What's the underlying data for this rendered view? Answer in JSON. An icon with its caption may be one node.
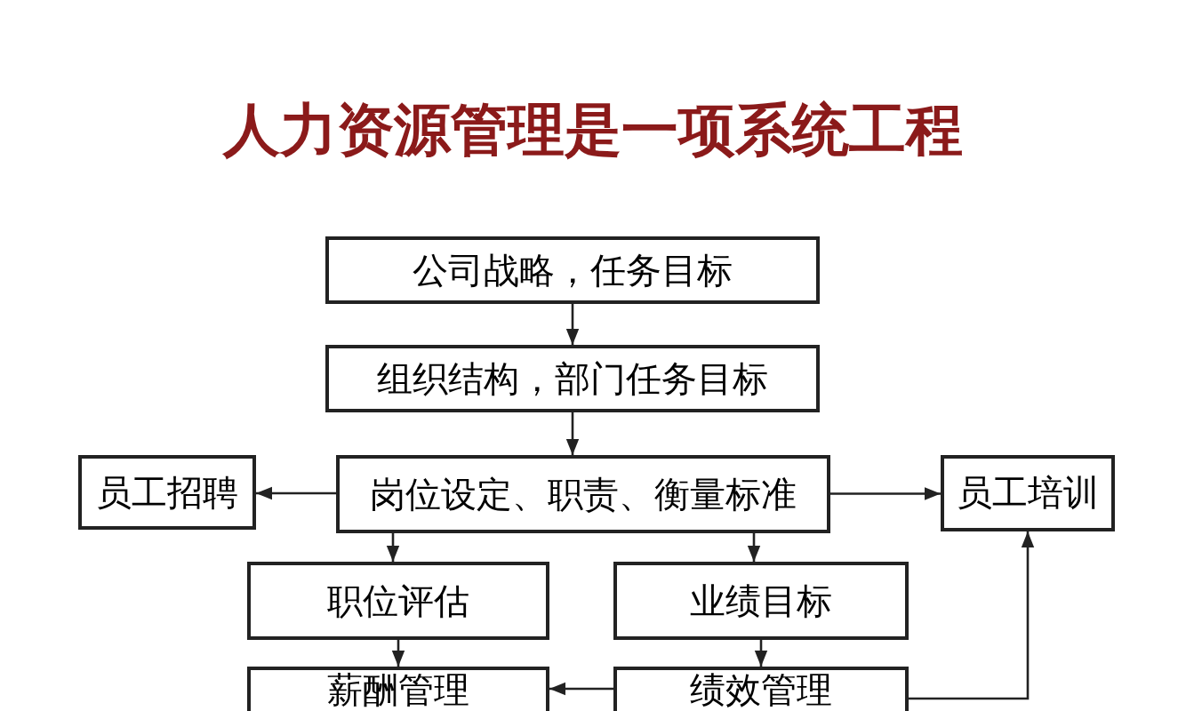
{
  "diagram": {
    "title": "人力资源管理是一项系统工程",
    "nodes": [
      {
        "text": [
          "公司战略，任务目标"
        ]
      },
      {
        "text": [
          "组织结构，部门任务目标"
        ]
      },
      {
        "text": [
          "岗位设定、职责、衡量标准"
        ]
      },
      {
        "text": [
          "员工招聘"
        ]
      },
      {
        "text": [
          "员工培训"
        ]
      },
      {
        "text": [
          "职位评估"
        ]
      },
      {
        "text": [
          "业绩目标"
        ]
      },
      {
        "text": [
          "薪酬管理"
        ]
      },
      {
        "text": [
          "绩效管理"
        ]
      }
    ],
    "edges": [
      {
        "from": 0,
        "to": 1,
        "arrow": "to"
      },
      {
        "from": 1,
        "to": 2,
        "arrow": "to"
      },
      {
        "from": 2,
        "to": 3,
        "arrow": "to"
      },
      {
        "from": 2,
        "to": 4,
        "arrow": "to"
      },
      {
        "from": 2,
        "to": 5,
        "arrow": "to"
      },
      {
        "from": 2,
        "to": 6,
        "arrow": "to"
      },
      {
        "from": 5,
        "to": 7,
        "arrow": "to"
      },
      {
        "from": 6,
        "to": 8,
        "arrow": "to"
      },
      {
        "from": 8,
        "to": 7,
        "arrow": "to"
      },
      {
        "from": 8,
        "to": 4,
        "arrow": "to"
      }
    ]
  }
}
